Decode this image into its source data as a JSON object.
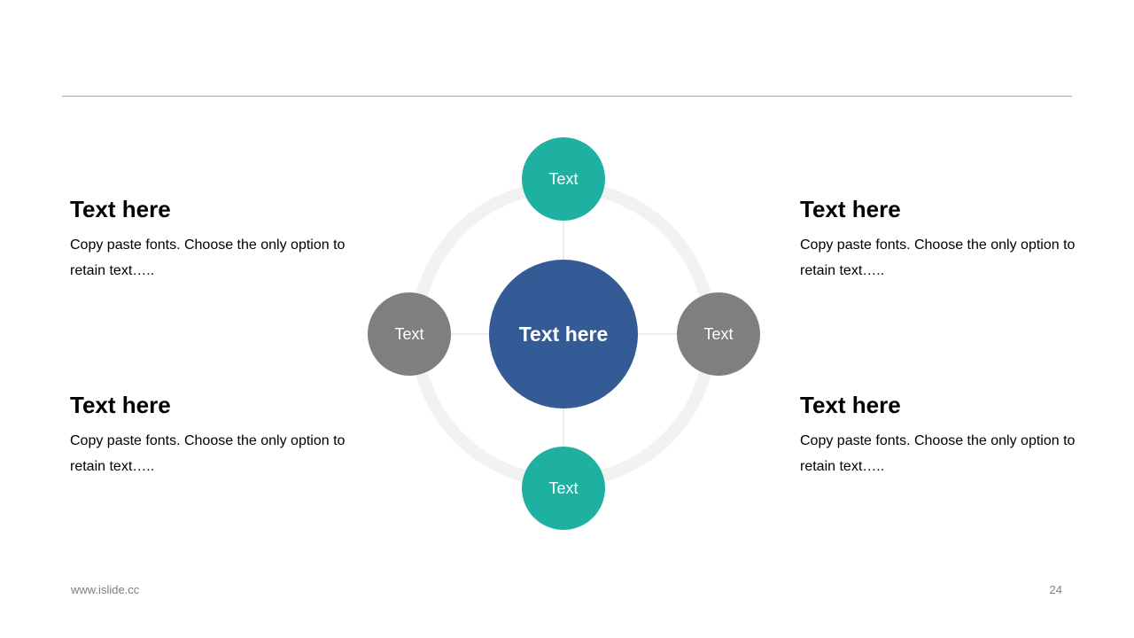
{
  "blocks": {
    "top_left": {
      "title": "Text here",
      "body": "Copy paste fonts. Choose the only option to retain text….."
    },
    "top_right": {
      "title": "Text here",
      "body": "Copy paste fonts. Choose the only option to retain text….."
    },
    "bottom_left": {
      "title": "Text here",
      "body": "Copy paste fonts. Choose the only option to retain text….."
    },
    "bottom_right": {
      "title": "Text here",
      "body": "Copy paste fonts. Choose the only option to retain text….."
    }
  },
  "diagram": {
    "center": {
      "label": "Text here",
      "color": "#345b96"
    },
    "nodes": {
      "top": {
        "label": "Text",
        "color": "#1eb0a0"
      },
      "right": {
        "label": "Text",
        "color": "#7f7f7f"
      },
      "bottom": {
        "label": "Text",
        "color": "#1eb0a0"
      },
      "left": {
        "label": "Text",
        "color": "#7f7f7f"
      }
    },
    "ring_color": "#f2f2f2",
    "connector_color": "#d9d9d9"
  },
  "footer": {
    "website": "www.islide.cc",
    "page_number": "24"
  }
}
